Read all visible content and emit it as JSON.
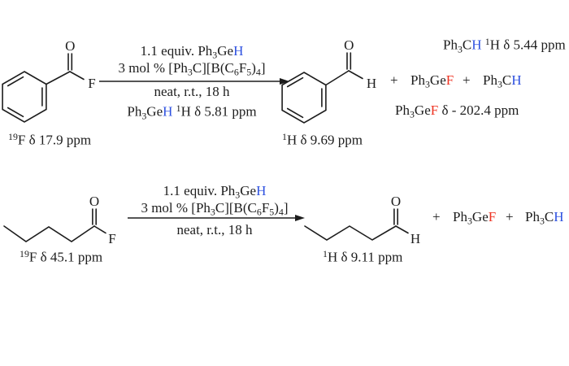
{
  "colors": {
    "red": "#ee3322",
    "blue": "#2f52e0",
    "bond": "#1d1d1d",
    "text": "#1d1d1d"
  },
  "atoms": {
    "oxygen": "O",
    "fluorine": "F",
    "hydrogen": "H"
  },
  "reaction1": {
    "reactant_nmr": [
      {
        "t": "19",
        "sup": true
      },
      {
        "t": "F δ 17.9 ppm"
      }
    ],
    "conditions": {
      "line1": [
        {
          "t": "1.1 equiv. Ph"
        },
        {
          "t": "3",
          "sub": true
        },
        {
          "t": "Ge"
        },
        {
          "t": "H",
          "color": "blue"
        }
      ],
      "line2": [
        {
          "t": "3 mol % [Ph"
        },
        {
          "t": "3",
          "sub": true
        },
        {
          "t": "C][B(C"
        },
        {
          "t": "6",
          "sub": true
        },
        {
          "t": "F"
        },
        {
          "t": "5",
          "sub": true
        },
        {
          "t": ")"
        },
        {
          "t": "4",
          "sub": true
        },
        {
          "t": "]"
        }
      ],
      "line3": [
        {
          "t": "neat, r.t., 18 h"
        }
      ],
      "line4": [
        {
          "t": "Ph"
        },
        {
          "t": "3",
          "sub": true
        },
        {
          "t": "Ge"
        },
        {
          "t": "H",
          "color": "blue"
        },
        {
          "t": " "
        },
        {
          "t": "1",
          "sup": true
        },
        {
          "t": "H  δ 5.81 ppm"
        }
      ]
    },
    "product_nmr": [
      {
        "t": "1",
        "sup": true
      },
      {
        "t": "H δ 9.69 ppm"
      }
    ],
    "plus1": "+",
    "plus2": "+",
    "byproduct1": [
      {
        "t": "Ph"
      },
      {
        "t": "3",
        "sub": true
      },
      {
        "t": "Ge"
      },
      {
        "t": "F",
        "color": "red"
      }
    ],
    "byproduct2": [
      {
        "t": "Ph"
      },
      {
        "t": "3",
        "sub": true
      },
      {
        "t": "C"
      },
      {
        "t": "H",
        "color": "blue"
      }
    ],
    "note_trityl": [
      {
        "t": "Ph"
      },
      {
        "t": "3",
        "sub": true
      },
      {
        "t": "C"
      },
      {
        "t": "H",
        "color": "blue"
      },
      {
        "t": " "
      },
      {
        "t": "1",
        "sup": true
      },
      {
        "t": "H δ 5.44 ppm"
      }
    ],
    "note_germyl": [
      {
        "t": "Ph"
      },
      {
        "t": "3",
        "sub": true
      },
      {
        "t": "Ge"
      },
      {
        "t": "F",
        "color": "red"
      },
      {
        "t": " δ - 202.4 ppm"
      }
    ]
  },
  "reaction2": {
    "reactant_nmr": [
      {
        "t": "19",
        "sup": true
      },
      {
        "t": "F δ 45.1 ppm"
      }
    ],
    "conditions": {
      "line1": [
        {
          "t": "1.1 equiv. Ph"
        },
        {
          "t": "3",
          "sub": true
        },
        {
          "t": "Ge"
        },
        {
          "t": "H",
          "color": "blue"
        }
      ],
      "line2": [
        {
          "t": "3 mol % [Ph"
        },
        {
          "t": "3",
          "sub": true
        },
        {
          "t": "C][B(C"
        },
        {
          "t": "6",
          "sub": true
        },
        {
          "t": "F"
        },
        {
          "t": "5",
          "sub": true
        },
        {
          "t": ")"
        },
        {
          "t": "4",
          "sub": true
        },
        {
          "t": "]"
        }
      ],
      "line3": [
        {
          "t": "neat, r.t., 18 h"
        }
      ]
    },
    "product_nmr": [
      {
        "t": "1",
        "sup": true
      },
      {
        "t": "H δ 9.11 ppm"
      }
    ],
    "plus1": "+",
    "plus2": "+",
    "byproduct1": [
      {
        "t": "Ph"
      },
      {
        "t": "3",
        "sub": true
      },
      {
        "t": "Ge"
      },
      {
        "t": "F",
        "color": "red"
      }
    ],
    "byproduct2": [
      {
        "t": "Ph"
      },
      {
        "t": "3",
        "sub": true
      },
      {
        "t": "C"
      },
      {
        "t": "H",
        "color": "blue"
      }
    ]
  }
}
